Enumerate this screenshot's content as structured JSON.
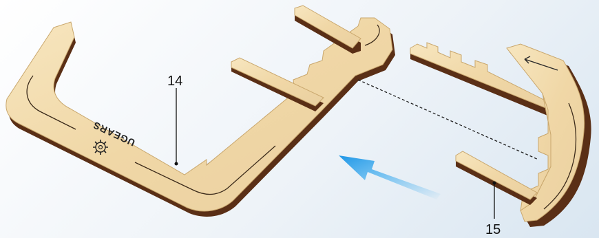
{
  "labels": {
    "part_a": "14",
    "part_b": "15"
  },
  "logo_text": "UGEARS",
  "colors": {
    "wood_face": "#f2dcae",
    "wood_edge": "#5a2f16",
    "arrow": "#2fa6ee"
  }
}
